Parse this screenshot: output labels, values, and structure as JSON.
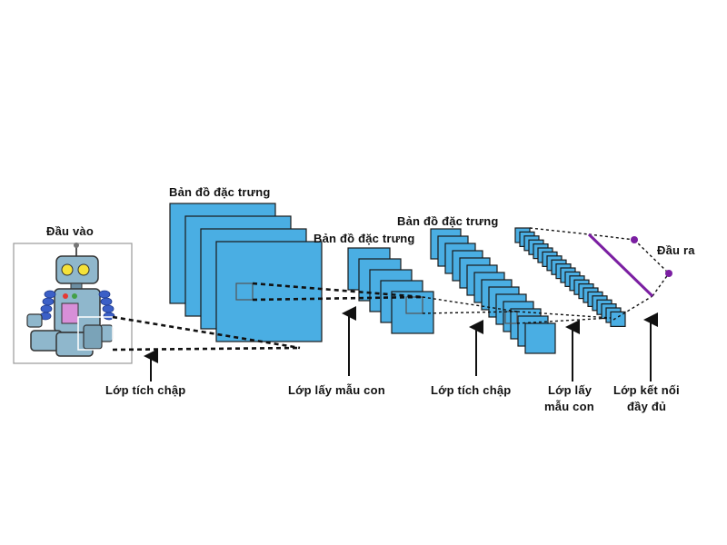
{
  "diagram": {
    "labels": {
      "input": "Đầu vào",
      "feature_map_1": "Bản đồ đặc trưng",
      "feature_map_2": "Bản đồ đặc trưng",
      "feature_map_3": "Bản đồ đặc trưng",
      "output": "Đầu ra",
      "conv_layer_1": "Lớp tích chập",
      "subsample_1": "Lớp lấy mẫu con",
      "conv_layer_2": "Lớp tích chập",
      "subsample_2_line1": "Lớp lấy",
      "subsample_2_line2": "mẫu con",
      "fc_line1": "Lớp kết nối",
      "fc_line2": "đầy đủ"
    },
    "colors": {
      "map_fill": "#4aaee3",
      "map_stroke": "#1a1a1a",
      "output_purple": "#7b1fa2"
    },
    "icons": {
      "input_image": "robot-icon"
    }
  }
}
